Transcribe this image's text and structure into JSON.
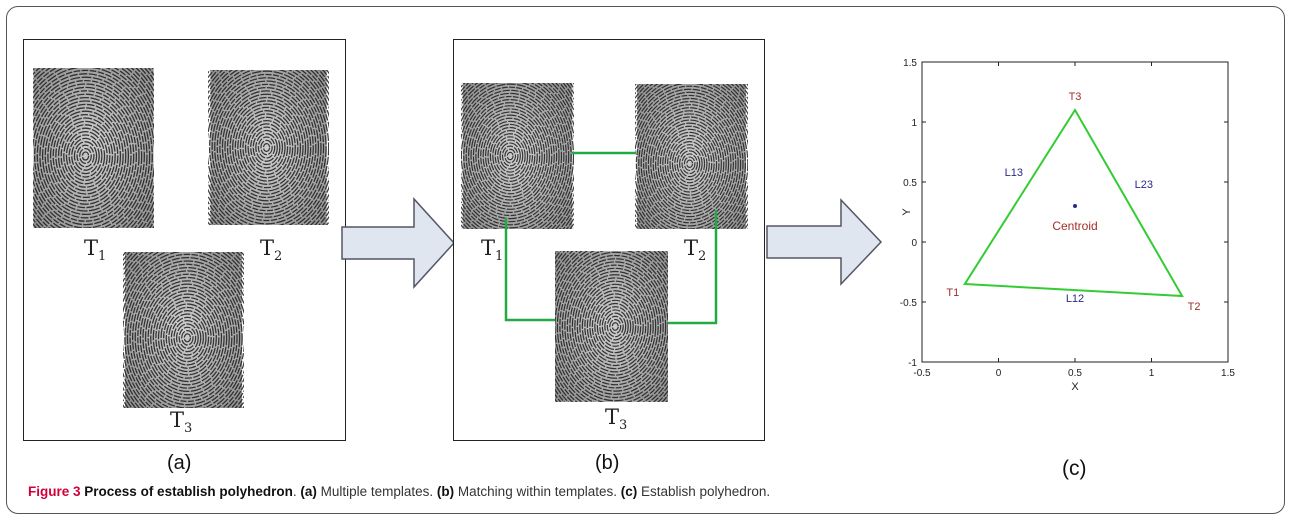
{
  "panel_a": {
    "label": "(a)",
    "templates": [
      {
        "t": "T",
        "sub": "1"
      },
      {
        "t": "T",
        "sub": "2"
      },
      {
        "t": "T",
        "sub": "3"
      }
    ]
  },
  "panel_b": {
    "label": "(b)",
    "templates": [
      {
        "t": "T",
        "sub": "1"
      },
      {
        "t": "T",
        "sub": "2"
      },
      {
        "t": "T",
        "sub": "3"
      }
    ]
  },
  "panel_c": {
    "label": "(c)",
    "chart_data": {
      "type": "scatter",
      "xlabel": "X",
      "ylabel": "Y",
      "xlim": [
        -0.5,
        1.5
      ],
      "ylim": [
        -1,
        1.5
      ],
      "xticks": [
        "-0.5",
        "0",
        "0.5",
        "1",
        "1.5"
      ],
      "yticks": [
        "-1",
        "-0.5",
        "0",
        "0.5",
        "1",
        "1.5"
      ],
      "points": [
        {
          "name": "T1",
          "x": -0.22,
          "y": -0.35
        },
        {
          "name": "T2",
          "x": 1.2,
          "y": -0.45
        },
        {
          "name": "T3",
          "x": 0.5,
          "y": 1.1
        }
      ],
      "centroid": {
        "name": "Centroid",
        "x": 0.5,
        "y": 0.3
      },
      "edges": [
        {
          "name": "L12",
          "x": 0.5,
          "y": -0.5
        },
        {
          "name": "L13",
          "x": 0.1,
          "y": 0.55
        },
        {
          "name": "L23",
          "x": 0.95,
          "y": 0.45
        }
      ],
      "colors": {
        "triangle": "#33cc33",
        "vertex_label": "#a0302a",
        "edge_label": "#2a2a8a"
      },
      "grid": false
    }
  },
  "caption": {
    "figure": "Figure 3",
    "title": "Process of establish polyhedron",
    "sep": ". ",
    "a_tag": "(a)",
    "a_text": " Multiple templates. ",
    "b_tag": "(b)",
    "b_text": " Matching within templates. ",
    "c_tag": "(c)",
    "c_text": " Establish polyhedron."
  },
  "colors": {
    "link_line": "#22aa44",
    "arrow_fill": "#dfe6f0",
    "arrow_stroke": "#556"
  }
}
